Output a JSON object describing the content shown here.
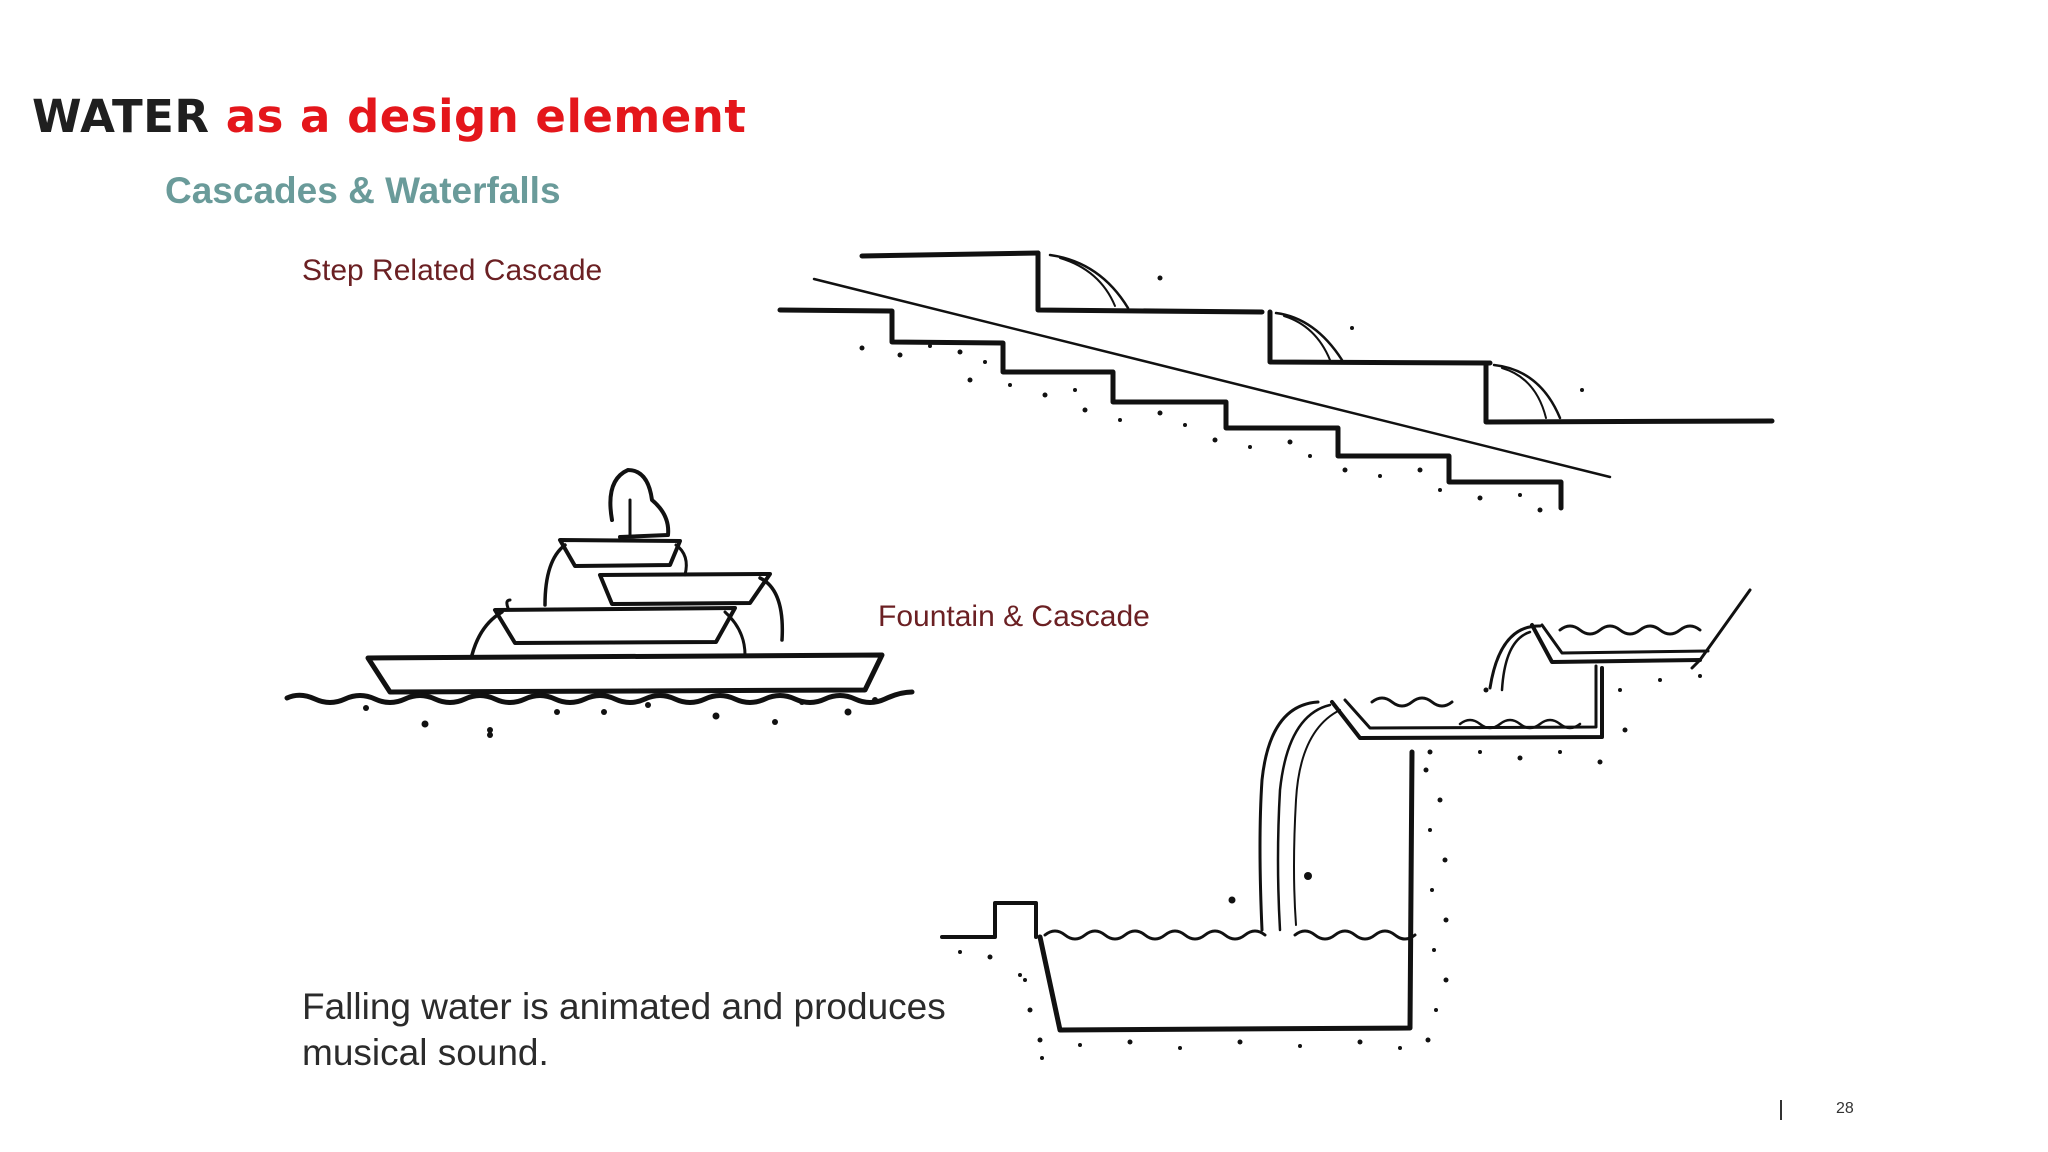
{
  "slide": {
    "title_part1": "WATER",
    "title_part2": "as a design element",
    "subtitle": "Cascades & Waterfalls",
    "label_step": "Step Related Cascade",
    "label_fountain": "Fountain & Cascade",
    "body_line1": "Falling water is animated and produces",
    "body_line2": "musical sound.",
    "page_number": "28"
  },
  "colors": {
    "title_dark": "#1f1f1f",
    "title_accent": "#e4161b",
    "subtitle": "#6a9b9a",
    "label": "#6b2023"
  },
  "illustrations": [
    "step-related-cascade-sketch",
    "tiered-fountain-sketch",
    "fountain-cascade-section-sketch"
  ]
}
